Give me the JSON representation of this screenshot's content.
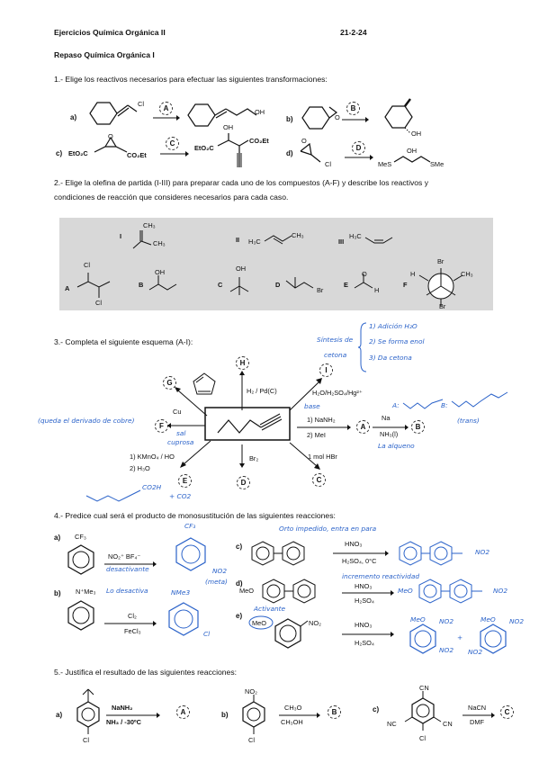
{
  "header": {
    "title": "Ejercicios Química Orgánica II",
    "date": "21-2-24",
    "subtitle": "Repaso Química Orgánica I"
  },
  "q1": {
    "prompt": "1.- Elige los reactivos necesarios para efectuar las siguientes transformaciones:",
    "labels": {
      "a": "a)",
      "b": "b)",
      "c": "c)",
      "d": "d)"
    },
    "letters": {
      "A": "A",
      "B": "B",
      "C": "C",
      "D": "D"
    },
    "texts": {
      "cl": "Cl",
      "oh": "OH",
      "o": "O",
      "etoc": "EtO₂C",
      "co2et": "CO₂Et",
      "meo": "MeS",
      "sme": "SMe"
    }
  },
  "q2": {
    "prompt1": "2.- Elige la olefina de partida (I-III) para preparar cada uno de los compuestos (A-F) y describe los reactivos y",
    "prompt2": "condiciones de reacción que consideres necesarios para cada caso.",
    "olefins": [
      "I",
      "II",
      "III"
    ],
    "compounds": [
      "A",
      "B",
      "C",
      "D",
      "E",
      "F"
    ],
    "atoms": {
      "ch3": "CH₃",
      "h3c": "H₃C",
      "cl": "Cl",
      "oh": "OH",
      "br": "Br",
      "o": "O",
      "h": "H"
    }
  },
  "q3": {
    "prompt": "3.- Completa el siguiente esquema (A-I):",
    "letters": [
      "A",
      "B",
      "C",
      "D",
      "E",
      "F",
      "G",
      "H",
      "I"
    ],
    "reagents": {
      "h2pd": "H₂ / Pd(C)",
      "hydration": "H₂O/H₂SO₄/Hg²⁺",
      "nanh2": "1) NaNH₂",
      "mei": "2) MeI",
      "kmno4": "1) KMnO₄ / HO",
      "h3o": "2) H₃O",
      "br2": "Br₂",
      "hbr": "1 mol HBr",
      "cu": "Cu",
      "na": "Na",
      "nh3": "NH₃(l)"
    },
    "notes": {
      "sintesis": "Síntesis de",
      "cetona": "cetona",
      "step1": "1) Adición H₂O",
      "step2": "2) Se forma enol",
      "step3": "3) Da cetona",
      "base": "base",
      "a": "A:",
      "b": "B:",
      "trans": "(trans)",
      "alqueno": "La alqueno",
      "cobre": "(queda el derivado de cobre)",
      "sal": "sal",
      "cuprosa": "cuprosa",
      "co2h": "CO2H",
      "co2": "+ CO2"
    }
  },
  "q4": {
    "prompt": "4.- Predice cual será el producto de monosustitución de las siguientes reacciones:",
    "labels": {
      "a": "a)",
      "b": "b)",
      "c": "c)",
      "d": "d)",
      "e": "e)"
    },
    "reagents": {
      "no2bf4": "NO₂⁺ BF₄⁻",
      "hno3": "HNO₃",
      "h2so4_0": "H₂SO₄, 0°C",
      "h2so4": "H₂SO₄",
      "cl2": "Cl₂",
      "fecl3": "FeCl₃"
    },
    "atoms": {
      "cf3": "CF₃",
      "nme3": "N⁺Me₃",
      "meo": "MeO",
      "no2": "NO₂"
    },
    "notes": {
      "desactivante": "desactivante",
      "meta": "(meta)",
      "no2": "NO2",
      "desactiva": "Lo desactiva",
      "nme3": "NMe3",
      "orto": "Orto impedido, entra en para",
      "incremento": "incremento reactividad",
      "activante": "Activante",
      "meo": "MeO",
      "cl": "Cl"
    }
  },
  "q5": {
    "prompt": "5.- Justifica el resultado de las siguientes reacciones:",
    "labels": {
      "a": "a)",
      "b": "b)",
      "c": "c)"
    },
    "reagents": {
      "nanh2": "NaNH₂",
      "nh3": "NH₃ / -30ºC",
      "ch3o": "CH₃O",
      "ch3oh": "CH₃OH",
      "nacn": "NaCN",
      "dmf": "DMF"
    },
    "letters": {
      "A": "A",
      "B": "B",
      "C": "C"
    },
    "atoms": {
      "cl": "Cl",
      "no2": "NO₂",
      "cn": "CN",
      "nc": "NC"
    }
  }
}
